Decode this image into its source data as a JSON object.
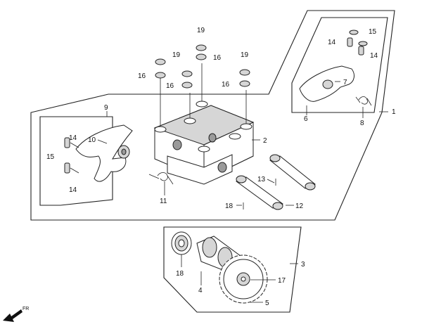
{
  "callouts": {
    "c1": "1",
    "c2": "2",
    "c3": "3",
    "c4": "4",
    "c5": "5",
    "c6": "6",
    "c7": "7",
    "c8": "8",
    "c9": "9",
    "c10": "10",
    "c11": "11",
    "c12": "12",
    "c13": "13",
    "c14": "14",
    "c15": "15",
    "c16": "16",
    "c17": "17",
    "c18": "18",
    "c19": "19"
  },
  "direction_label": "FR"
}
